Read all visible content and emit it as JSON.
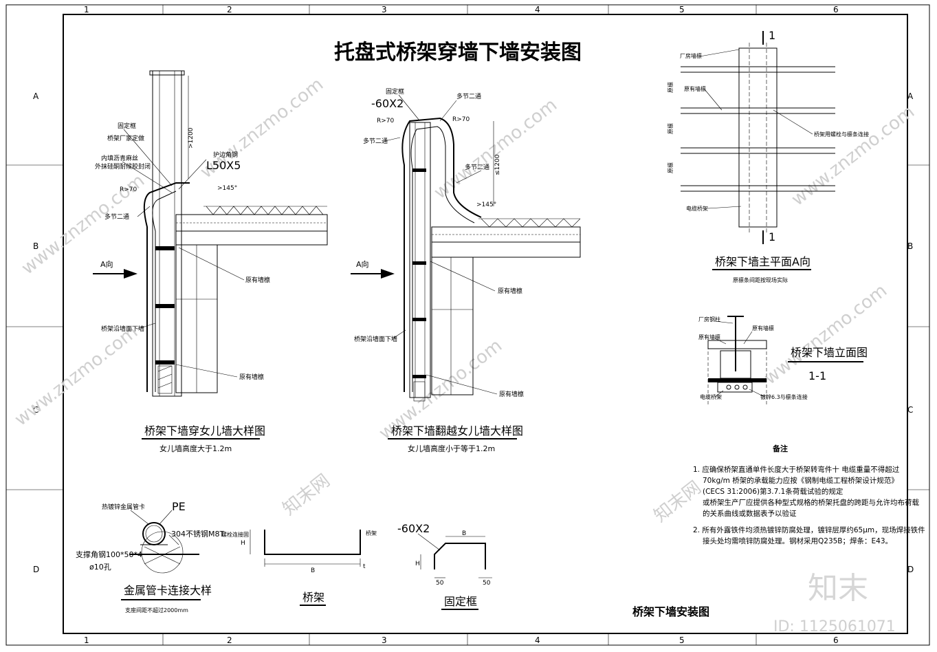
{
  "title": "托盘式桥架穿墙下墙安装图",
  "footer_title": "桥架下墙安装图",
  "grid": {
    "cols": [
      "1",
      "2",
      "3",
      "4",
      "5",
      "6"
    ],
    "rows": [
      "A",
      "B",
      "C",
      "D"
    ]
  },
  "drawing1": {
    "caption": "桥架下墙穿女儿墙大样图",
    "sub": "女儿墙高度大于1.2m",
    "labels": {
      "fix_frame": "固定框",
      "bridge_plate": "桥架厂家定做",
      "seal1": "内填沥青麻丝",
      "seal2": "外抹硅酮耐候胶封闭",
      "angle": "L50X5",
      "guard": "护边角钢",
      "dim1200": ">1200",
      "r70": "R>70",
      "multi_joint": "多节二通",
      "deg145": ">145°",
      "purlin1": "原有墙檩",
      "purlin2": "原有墙檩",
      "along_wall": "桥架沿墙面下墙",
      "a_dir": "A向"
    }
  },
  "drawing2": {
    "caption": "桥架下墙翻越女儿墙大样图",
    "sub": "女儿墙高度小于等于1.2m",
    "labels": {
      "fix_frame": "固定框",
      "plate": "-60X2",
      "r70a": "R>70",
      "r70b": "R>70",
      "multi_joint1": "多节二通",
      "multi_joint2": "多节二通",
      "multi_joint3": "多节二通",
      "dim1200": "≤1200",
      "deg145": ">145°",
      "purlin1": "原有墙檩",
      "purlin2": "原有墙檩",
      "along_wall": "桥架沿墙面下墙",
      "a_dir": "A向"
    }
  },
  "plan": {
    "section_mark_top": "1",
    "section_mark_bot": "1",
    "caption": "桥架下墙主平面A向",
    "sub": "原檩条间距按现场实际",
    "labels": {
      "factory": "厂房墙檩",
      "bracket": "原有墙檩",
      "side1": "原檩",
      "side2": "原檩",
      "side3": "原檩",
      "fixing": "桥架用螺栓与檩条连接",
      "bottom": "电缆桥架"
    }
  },
  "section": {
    "caption": "桥架下墙立面图",
    "sub": "1-1",
    "labels": {
      "steel": "厂房钢柱",
      "purlin_l": "原有墙檩",
      "purlin_r": "原有墙檩",
      "tray": "电缆桥架",
      "bolt": "镀锌6.3与檩条连接"
    }
  },
  "notes": {
    "heading": "备注",
    "items": [
      "1. 应确保桥架直通单件长度大于桥架转弯件十 电缆重量不得超过",
      "70kg/m 桥架的承载能力应按《钢制电缆工程桥架设计规范》",
      "(CECS 31:2006)第3.7.1条荷载试验的规定",
      "或桥架生产厂应提供各种型式规格的桥架托盘的跨距与允许均布荷载",
      "的关系曲线或数据表予以验证",
      "2. 所有外露铁件均须热镀锌防腐处理，镀锌层厚约65μm，现场焊接铁件",
      "接头处均需喷锌防腐处理。钢材采用Q235B；焊条：E43。"
    ]
  },
  "pipe_clamp": {
    "caption": "金属管卡连接大样",
    "sub": "支座间距不超过2000mm",
    "labels": {
      "clamp": "热镀锌金属管卡",
      "pe": "PE",
      "bolt": "304不锈钢M8T",
      "bolt2": "螺栓连接固",
      "support": "支撑角钢100*50*4",
      "hole": "ø10孔"
    }
  },
  "tray_detail": {
    "caption": "桥架",
    "labels": {
      "h": "H",
      "b": "B",
      "t": "t",
      "note": "桥架"
    }
  },
  "frame_detail": {
    "caption": "固定框",
    "labels": {
      "plate": "-60X2",
      "b": "B",
      "h": "H",
      "d1": "50",
      "d2": "50"
    }
  },
  "watermark": {
    "site": "www.znzmo.com",
    "brand": "知末网",
    "logo": "知末",
    "id": "ID: 1125061071"
  }
}
